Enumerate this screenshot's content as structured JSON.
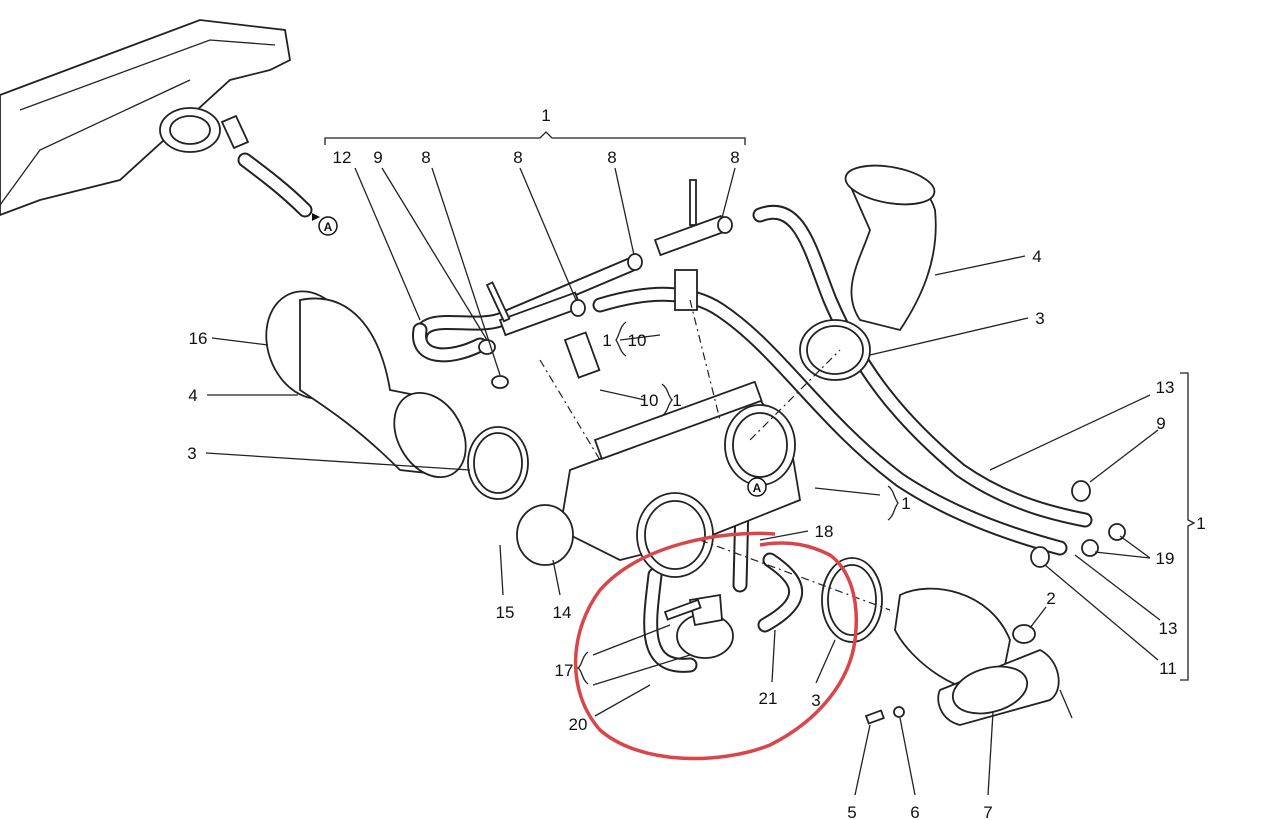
{
  "diagram": {
    "labels": [
      "1",
      "12",
      "9",
      "8",
      "8",
      "8",
      "8",
      "4",
      "3",
      "16",
      "4",
      "3",
      "1",
      "10",
      "10",
      "1",
      "13",
      "9",
      "1",
      "18",
      "1",
      "19",
      "15",
      "14",
      "2",
      "13",
      "17",
      "11",
      "21",
      "3",
      "20",
      "5",
      "6",
      "7"
    ],
    "callouts": [
      "A",
      "A"
    ],
    "annotation_color": "#d9464a"
  }
}
